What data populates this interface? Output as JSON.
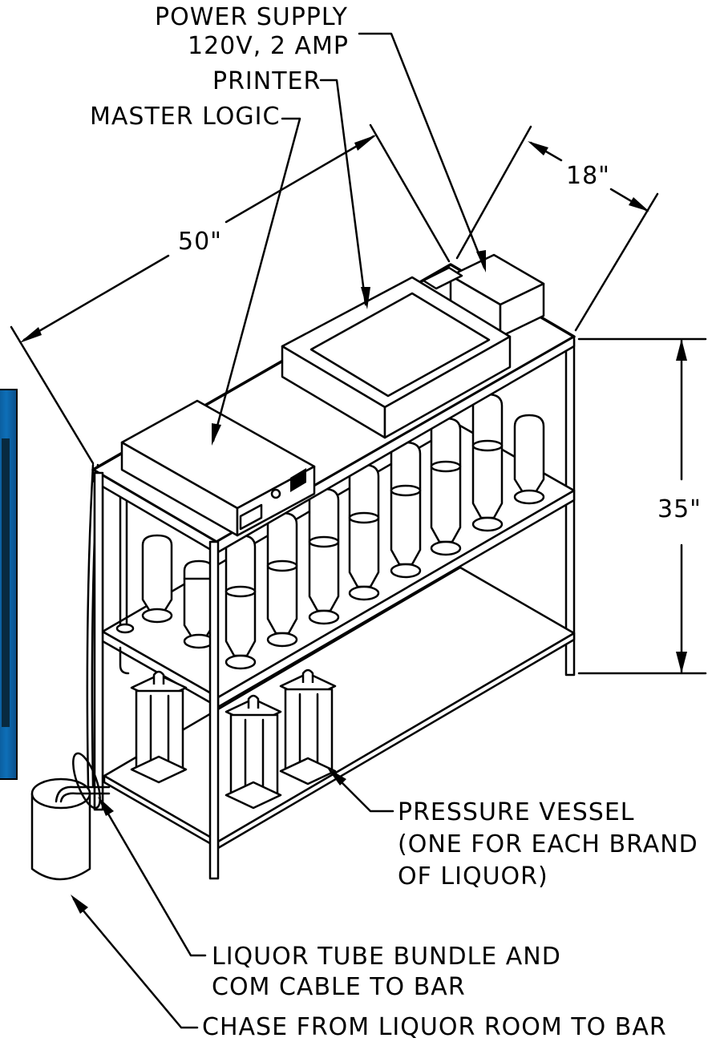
{
  "labels": {
    "power_supply_line1": "POWER SUPPLY",
    "power_supply_line2": "120V, 2 AMP",
    "printer": "PRINTER",
    "master_logic": "MASTER LOGIC",
    "dim_width": "50\"",
    "dim_depth": "18\"",
    "dim_height": "35\"",
    "pressure_vessel_line1": "PRESSURE VESSEL",
    "pressure_vessel_line2": "(ONE FOR EACH BRAND",
    "pressure_vessel_line3": "OF LIQUOR)",
    "tube_bundle_line1": "LIQUOR TUBE BUNDLE AND",
    "tube_bundle_line2": "COM CABLE TO BAR",
    "chase": "CHASE FROM LIQUOR ROOM TO BAR"
  },
  "colors": {
    "line": "#000000",
    "background": "#ffffff",
    "photo_strip": "#0e6fb8"
  }
}
